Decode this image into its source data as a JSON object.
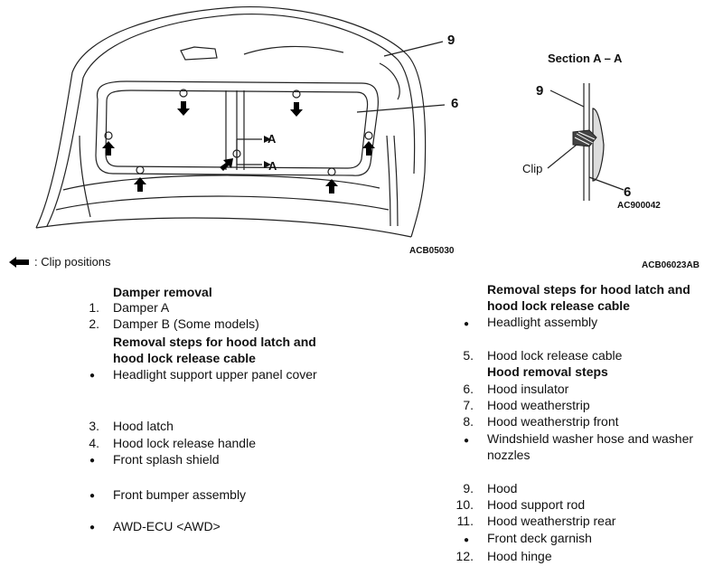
{
  "figure_left": {
    "callouts": {
      "n9": "9",
      "n6": "6",
      "a_top": "A",
      "a_bottom": "A"
    },
    "code": "ACB05030"
  },
  "figure_right": {
    "title": "Section A – A",
    "callouts": {
      "n9": "9",
      "n6": "6",
      "clip": "Clip"
    },
    "code_inner": "AC900042",
    "code_outer": "ACB06023AB"
  },
  "legend": {
    "icon": "left-arrow-icon",
    "text": ": Clip positions"
  },
  "left_column": {
    "heading_damper": "Damper removal",
    "item1": {
      "num": "1.",
      "text": "Damper A"
    },
    "item2": {
      "num": "2.",
      "text": "Damper B (Some models)"
    },
    "heading_latch_1": "Removal steps for hood latch and",
    "heading_latch_2": "hood lock release cable",
    "bullet_headlight_support": "Headlight support upper panel cover",
    "item3": {
      "num": "3.",
      "text": "Hood latch"
    },
    "item4": {
      "num": "4.",
      "text": "Hood lock release handle"
    },
    "bullet_splash": "Front splash shield",
    "bullet_bumper": "Front bumper assembly",
    "bullet_awd": "AWD-ECU <AWD>"
  },
  "right_column": {
    "heading_latch_1": "Removal steps for hood latch and",
    "heading_latch_2": "hood lock release cable",
    "bullet_headlight": "Headlight assembly",
    "item5": {
      "num": "5.",
      "text": "Hood lock release cable"
    },
    "heading_hood": "Hood removal steps",
    "item6": {
      "num": "6.",
      "text": "Hood insulator"
    },
    "item7": {
      "num": "7.",
      "text": "Hood weatherstrip"
    },
    "item8": {
      "num": "8.",
      "text": "Hood weatherstrip front"
    },
    "bullet_washer_1": "Windshield washer hose and washer",
    "bullet_washer_2": "nozzles",
    "item9": {
      "num": "9.",
      "text": "Hood"
    },
    "item10": {
      "num": "10.",
      "text": "Hood support rod"
    },
    "item11": {
      "num": "11.",
      "text": "Hood weatherstrip rear"
    },
    "bullet_deck": "Front deck garnish",
    "item12": {
      "num": "12.",
      "text": "Hood hinge"
    }
  }
}
